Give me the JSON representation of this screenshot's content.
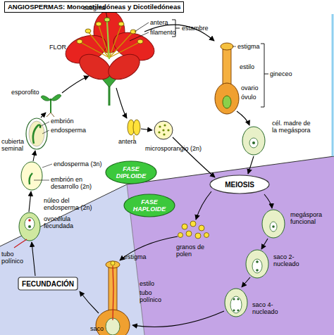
{
  "diagram": {
    "title": "ANGIOSPERMAS: Monocotiledóneas y Dicotiledóneas",
    "nodes": [
      {
        "text": [
          "FASE DIPLOIDE"
        ]
      },
      {
        "text": [
          "MEIOSIS"
        ]
      },
      {
        "text": [
          "FASE HAPLOIDE"
        ]
      },
      {
        "text": [
          "FECUNDACIÓN"
        ]
      }
    ],
    "labels": [
      "FLOR",
      "estigma",
      "antera",
      "filamento",
      "estambre",
      "estigma",
      "estilo",
      "ovario",
      "óvulo",
      "gineceo",
      "esporofito",
      "embrión",
      "endosperma",
      "cubierta seminal",
      "endosperma (3n)",
      "embrión en desarrollo (2n)",
      "núleo del endosperma (2n)",
      "ovocélula fecundada",
      "tubo polínico",
      "antera",
      "microsporangio (2n)",
      "cél. madre de la megáspora",
      "megáspora funcional",
      "granos de polen",
      "estigma",
      "estilo",
      "tubo polínico",
      "saco 2-nucleado",
      "saco 4-nucleado",
      "saco"
    ]
  }
}
